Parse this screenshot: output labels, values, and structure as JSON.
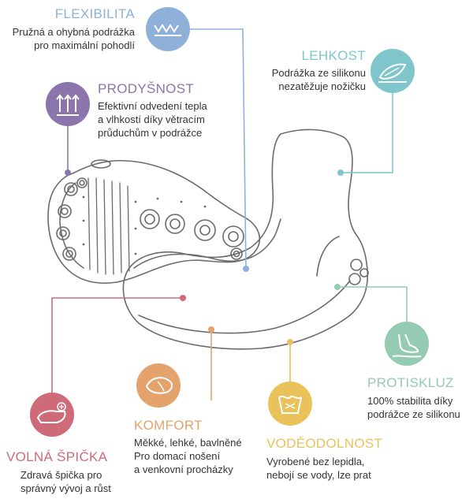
{
  "features": {
    "flexibilita": {
      "title": "FLEXIBILITA",
      "lines": [
        "Pružná a ohybná podrážka",
        "pro maximální pohodlí"
      ],
      "color": "#8fb0d9",
      "icon": "wave-flex-icon"
    },
    "lehkost": {
      "title": "LEHKOST",
      "lines": [
        "Podrážka ze silikonu",
        "nezatěžuje nožičku"
      ],
      "color": "#7ec6cc",
      "icon": "feather-shoe-icon"
    },
    "prodysnost": {
      "title": "PRODYŠNOST",
      "lines": [
        "Efektivní odvedení tepla",
        "a vlhkostí díky větracím",
        "průduchům v podrážce"
      ],
      "color": "#8c74ad",
      "icon": "airflow-arrows-icon"
    },
    "protiskluz": {
      "title": "PROTISKLUZ",
      "lines": [
        "100% stabilita díky",
        "podrážce ze silikonu"
      ],
      "color": "#94cbb2",
      "icon": "foot-slip-icon"
    },
    "komfort": {
      "title": "KOMFORT",
      "lines": [
        "Měkké, lehké, bavlněné",
        "Pro domací nošení",
        "a venkovní procházky"
      ],
      "color": "#e4a26d",
      "icon": "foot-comfort-icon"
    },
    "vodeodolnost": {
      "title": "VODĚODOLNOST",
      "lines": [
        "Vyrobené bez lepidla,",
        "nebojí se vody, lze prat"
      ],
      "color": "#e9c25c",
      "icon": "washing-icon"
    },
    "volna_spicka": {
      "title": "VOLNÁ ŠPIČKA",
      "lines": [
        "Zdravá špička pro",
        "správný vývoj a růst"
      ],
      "color": "#cf6a78",
      "icon": "toe-space-icon"
    }
  }
}
